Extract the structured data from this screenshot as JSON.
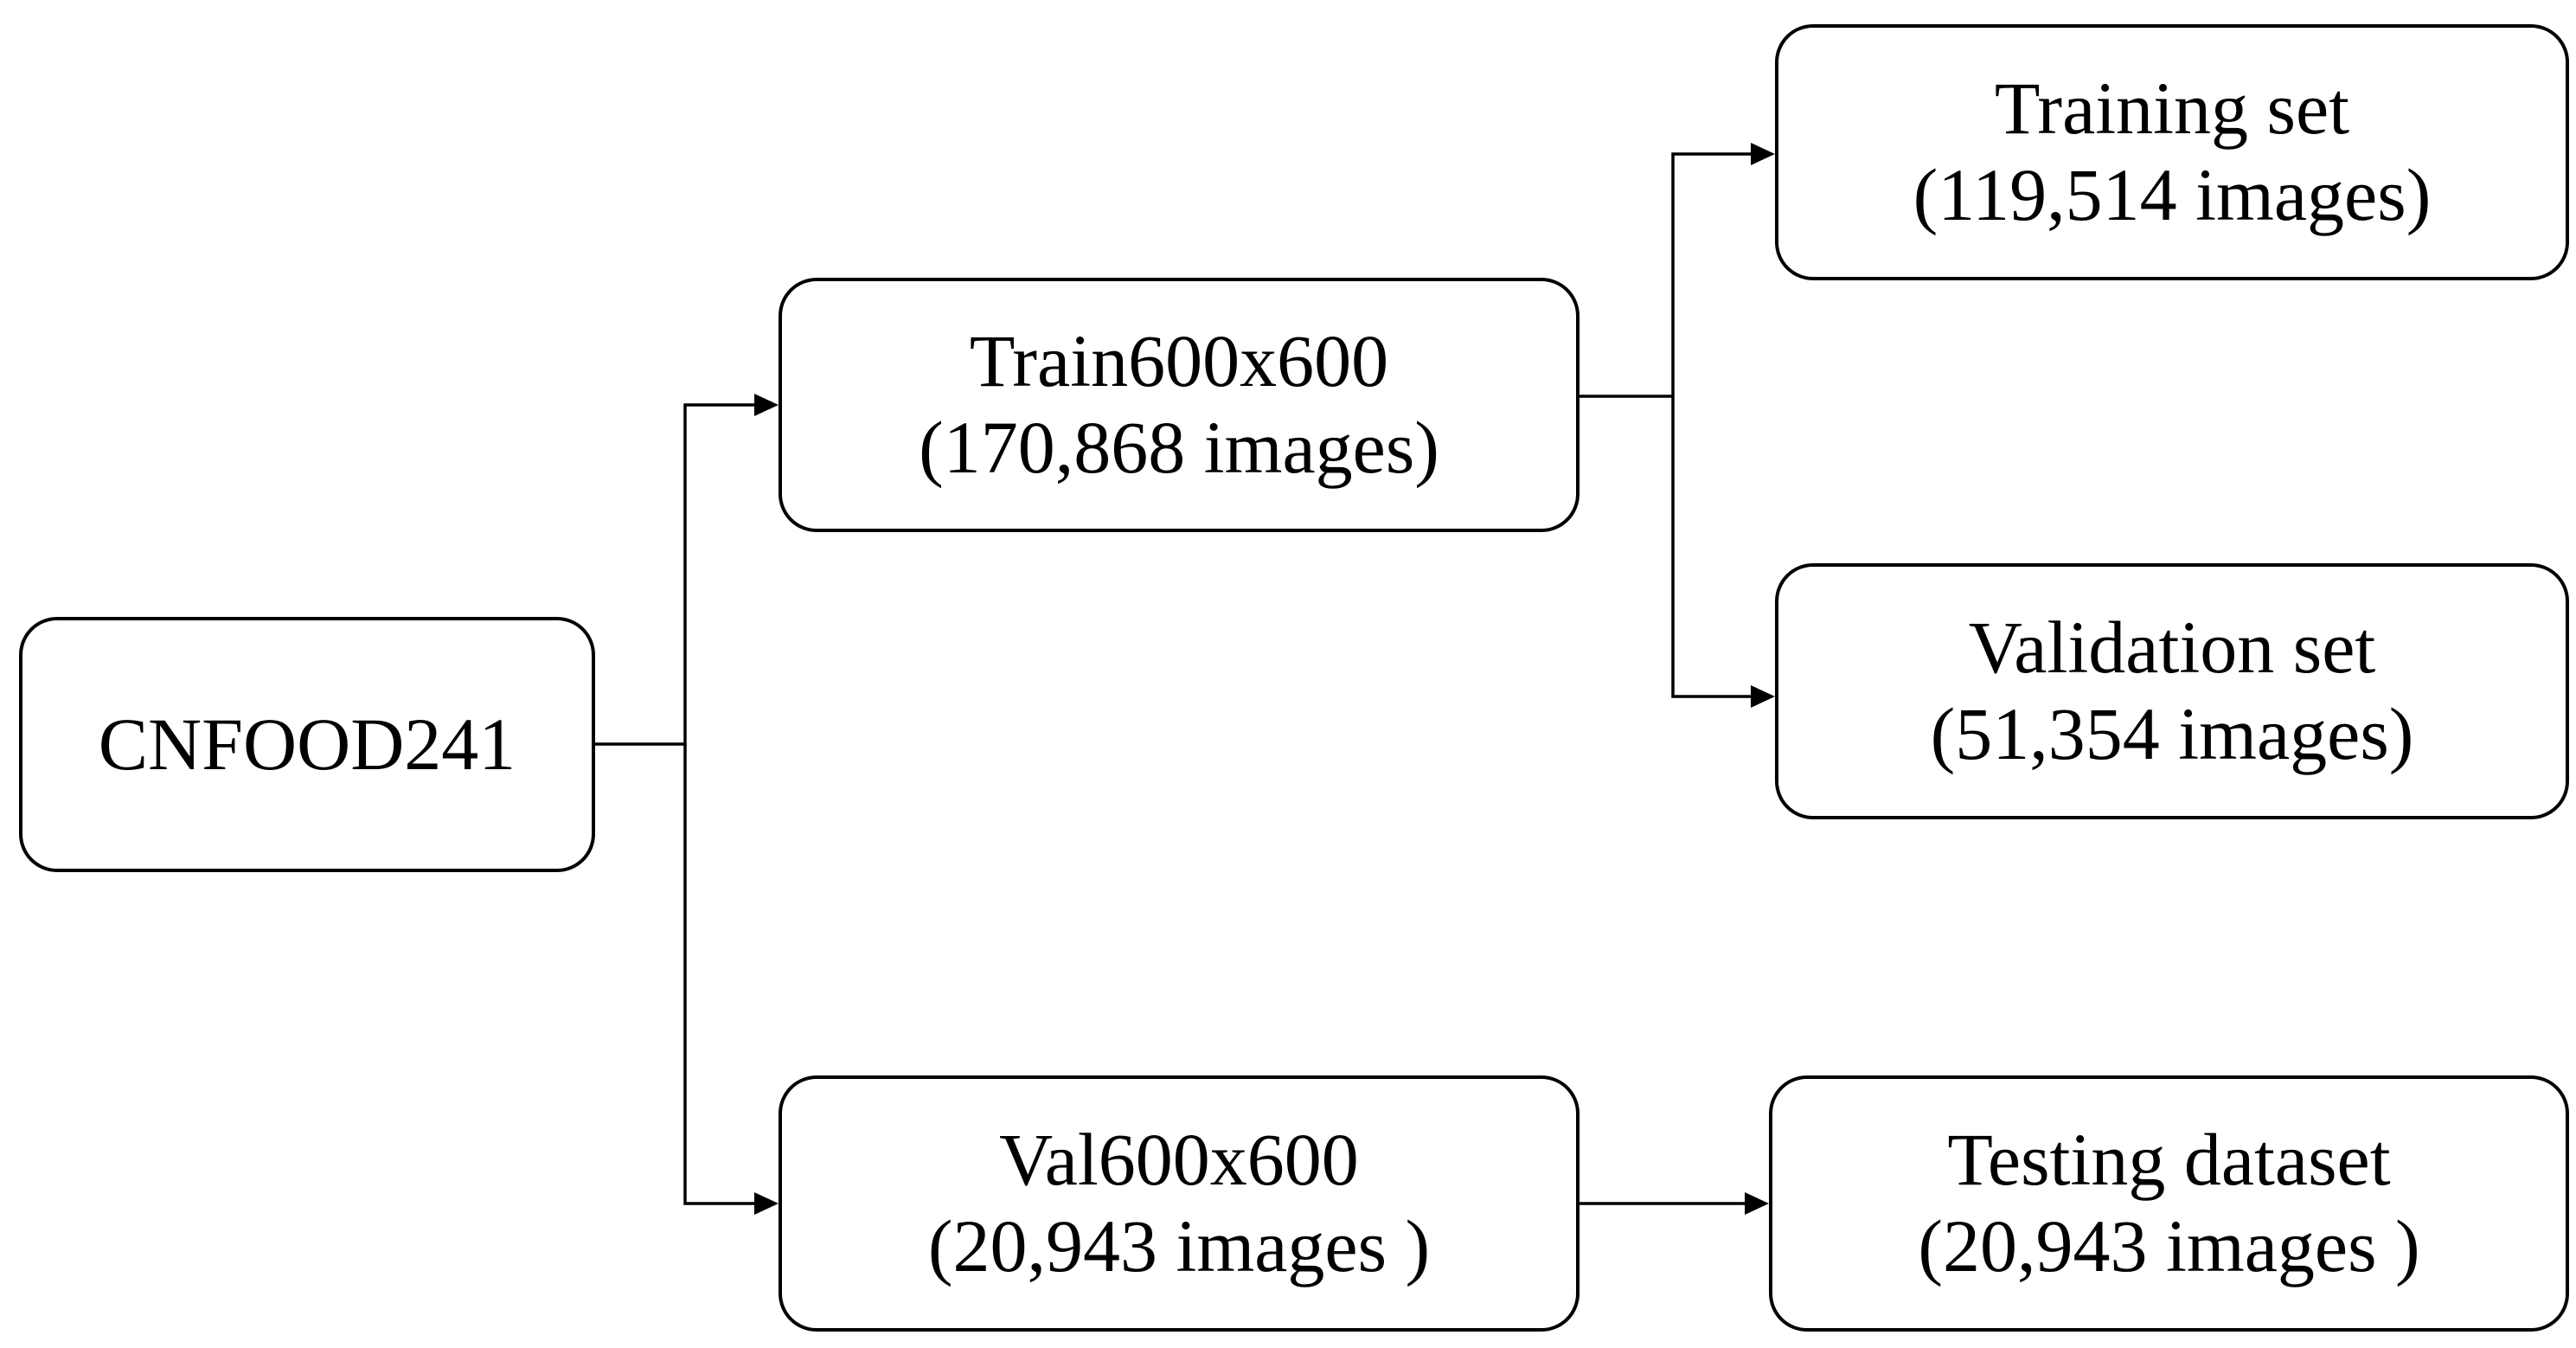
{
  "nodes": {
    "root": {
      "title": "CNFOOD241"
    },
    "train600": {
      "title": "Train600x600",
      "count": "(170,868 images)"
    },
    "val600": {
      "title": "Val600x600",
      "count": "(20,943 images )"
    },
    "training_set": {
      "title": "Training set",
      "count": "(119,514 images)"
    },
    "validation_set": {
      "title": "Validation set",
      "count": "(51,354 images)"
    },
    "testing_dataset": {
      "title": "Testing dataset",
      "count": "(20,943 images )"
    }
  },
  "edges": [
    {
      "from": "root",
      "to": "train600"
    },
    {
      "from": "root",
      "to": "val600"
    },
    {
      "from": "train600",
      "to": "training_set"
    },
    {
      "from": "train600",
      "to": "validation_set"
    },
    {
      "from": "val600",
      "to": "testing_dataset"
    }
  ]
}
